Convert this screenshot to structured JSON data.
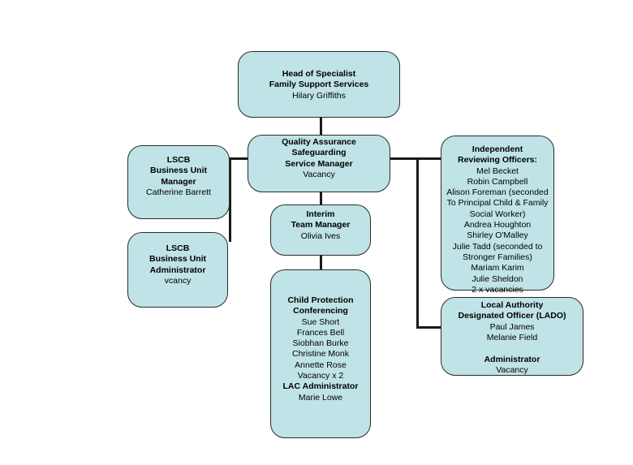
{
  "colors": {
    "box_fill": "#bfe3e6",
    "box_border": "#2b2b2b",
    "connector": "#1a1a1a"
  },
  "head": {
    "title": [
      "Head of Specialist",
      "Family Support Services"
    ],
    "names": [
      "Hilary Griffiths"
    ]
  },
  "lscb_manager": {
    "title": [
      "LSCB",
      "Business Unit",
      "Manager"
    ],
    "names": [
      "Catherine Barrett"
    ]
  },
  "lscb_admin": {
    "title": [
      "LSCB",
      "Business Unit",
      "Administrator"
    ],
    "names": [
      "vcancy"
    ]
  },
  "qa_manager": {
    "title": [
      "Quality Assurance",
      "Safeguarding",
      "Service Manager"
    ],
    "names": [
      "Vacancy"
    ]
  },
  "interim_manager": {
    "title": [
      "Interim",
      "Team Manager"
    ],
    "names": [
      "Olivia Ives"
    ]
  },
  "child_protection": {
    "title": [
      "Child Protection",
      "Conferencing"
    ],
    "names": [
      "Sue Short",
      "Frances Bell",
      "Siobhan Burke",
      "Christine Monk",
      "Annette Rose",
      "Vacancy x 2"
    ],
    "title2": [
      "LAC Administrator"
    ],
    "names2": [
      "Marie Lowe"
    ]
  },
  "iro": {
    "title": [
      "Independent",
      "Reviewing Officers:"
    ],
    "names": [
      "Mel Becket",
      "Robin Campbell",
      "Alison Foreman (seconded",
      "To Principal Child & Family",
      "Social Worker)",
      "Andrea Houghton",
      "Shirley O'Malley",
      "Julie Tadd (seconded to",
      "Stronger Families)",
      "Mariam  Karim",
      "Julie Sheldon",
      "2 x vacancies"
    ]
  },
  "lado": {
    "title": [
      "Local Authority",
      "Designated Officer (LADO)"
    ],
    "names": [
      "Paul James",
      "Melanie Field"
    ],
    "title2": [
      "Administrator"
    ],
    "names2": [
      "Vacancy"
    ]
  }
}
